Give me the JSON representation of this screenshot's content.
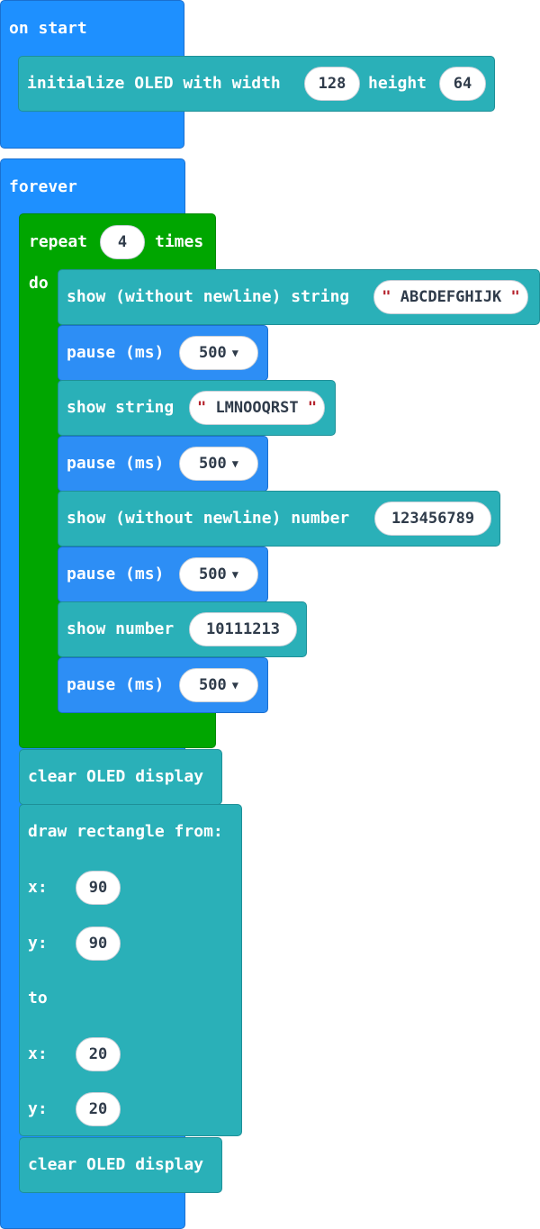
{
  "on_start": {
    "hat_label": "on start",
    "init_oled": {
      "prefix": "initialize OLED with width",
      "width": "128",
      "height_label": "height",
      "height": "64"
    }
  },
  "forever": {
    "hat_label": "forever",
    "repeat": {
      "label": "repeat",
      "count": "4",
      "times_label": "times",
      "do_label": "do",
      "blocks": {
        "show_nl_string": {
          "label": "show (without newline) string",
          "value": "ABCDEFGHIJK"
        },
        "pause1": {
          "label": "pause (ms)",
          "value": "500"
        },
        "show_string": {
          "label": "show string",
          "value": "LMNOOQRST"
        },
        "pause2": {
          "label": "pause (ms)",
          "value": "500"
        },
        "show_nl_number": {
          "label": "show (without newline) number",
          "value": "123456789"
        },
        "pause3": {
          "label": "pause (ms)",
          "value": "500"
        },
        "show_number": {
          "label": "show number",
          "value": "10111213"
        },
        "pause4": {
          "label": "pause (ms)",
          "value": "500"
        }
      }
    },
    "clear1": "clear OLED display",
    "rect": {
      "title": "draw rectangle from:",
      "x_label": "x:",
      "x1": "90",
      "y_label": "y:",
      "y1": "90",
      "to_label": "to",
      "x2": "20",
      "y2": "20"
    },
    "clear2": "clear OLED display"
  },
  "quote_mark": "\"",
  "colors": {
    "events_blue": "#1e90ff",
    "loops_green": "#00a600",
    "oled_teal": "#2ab0b8",
    "basic_blue": "#2d8ef5"
  }
}
